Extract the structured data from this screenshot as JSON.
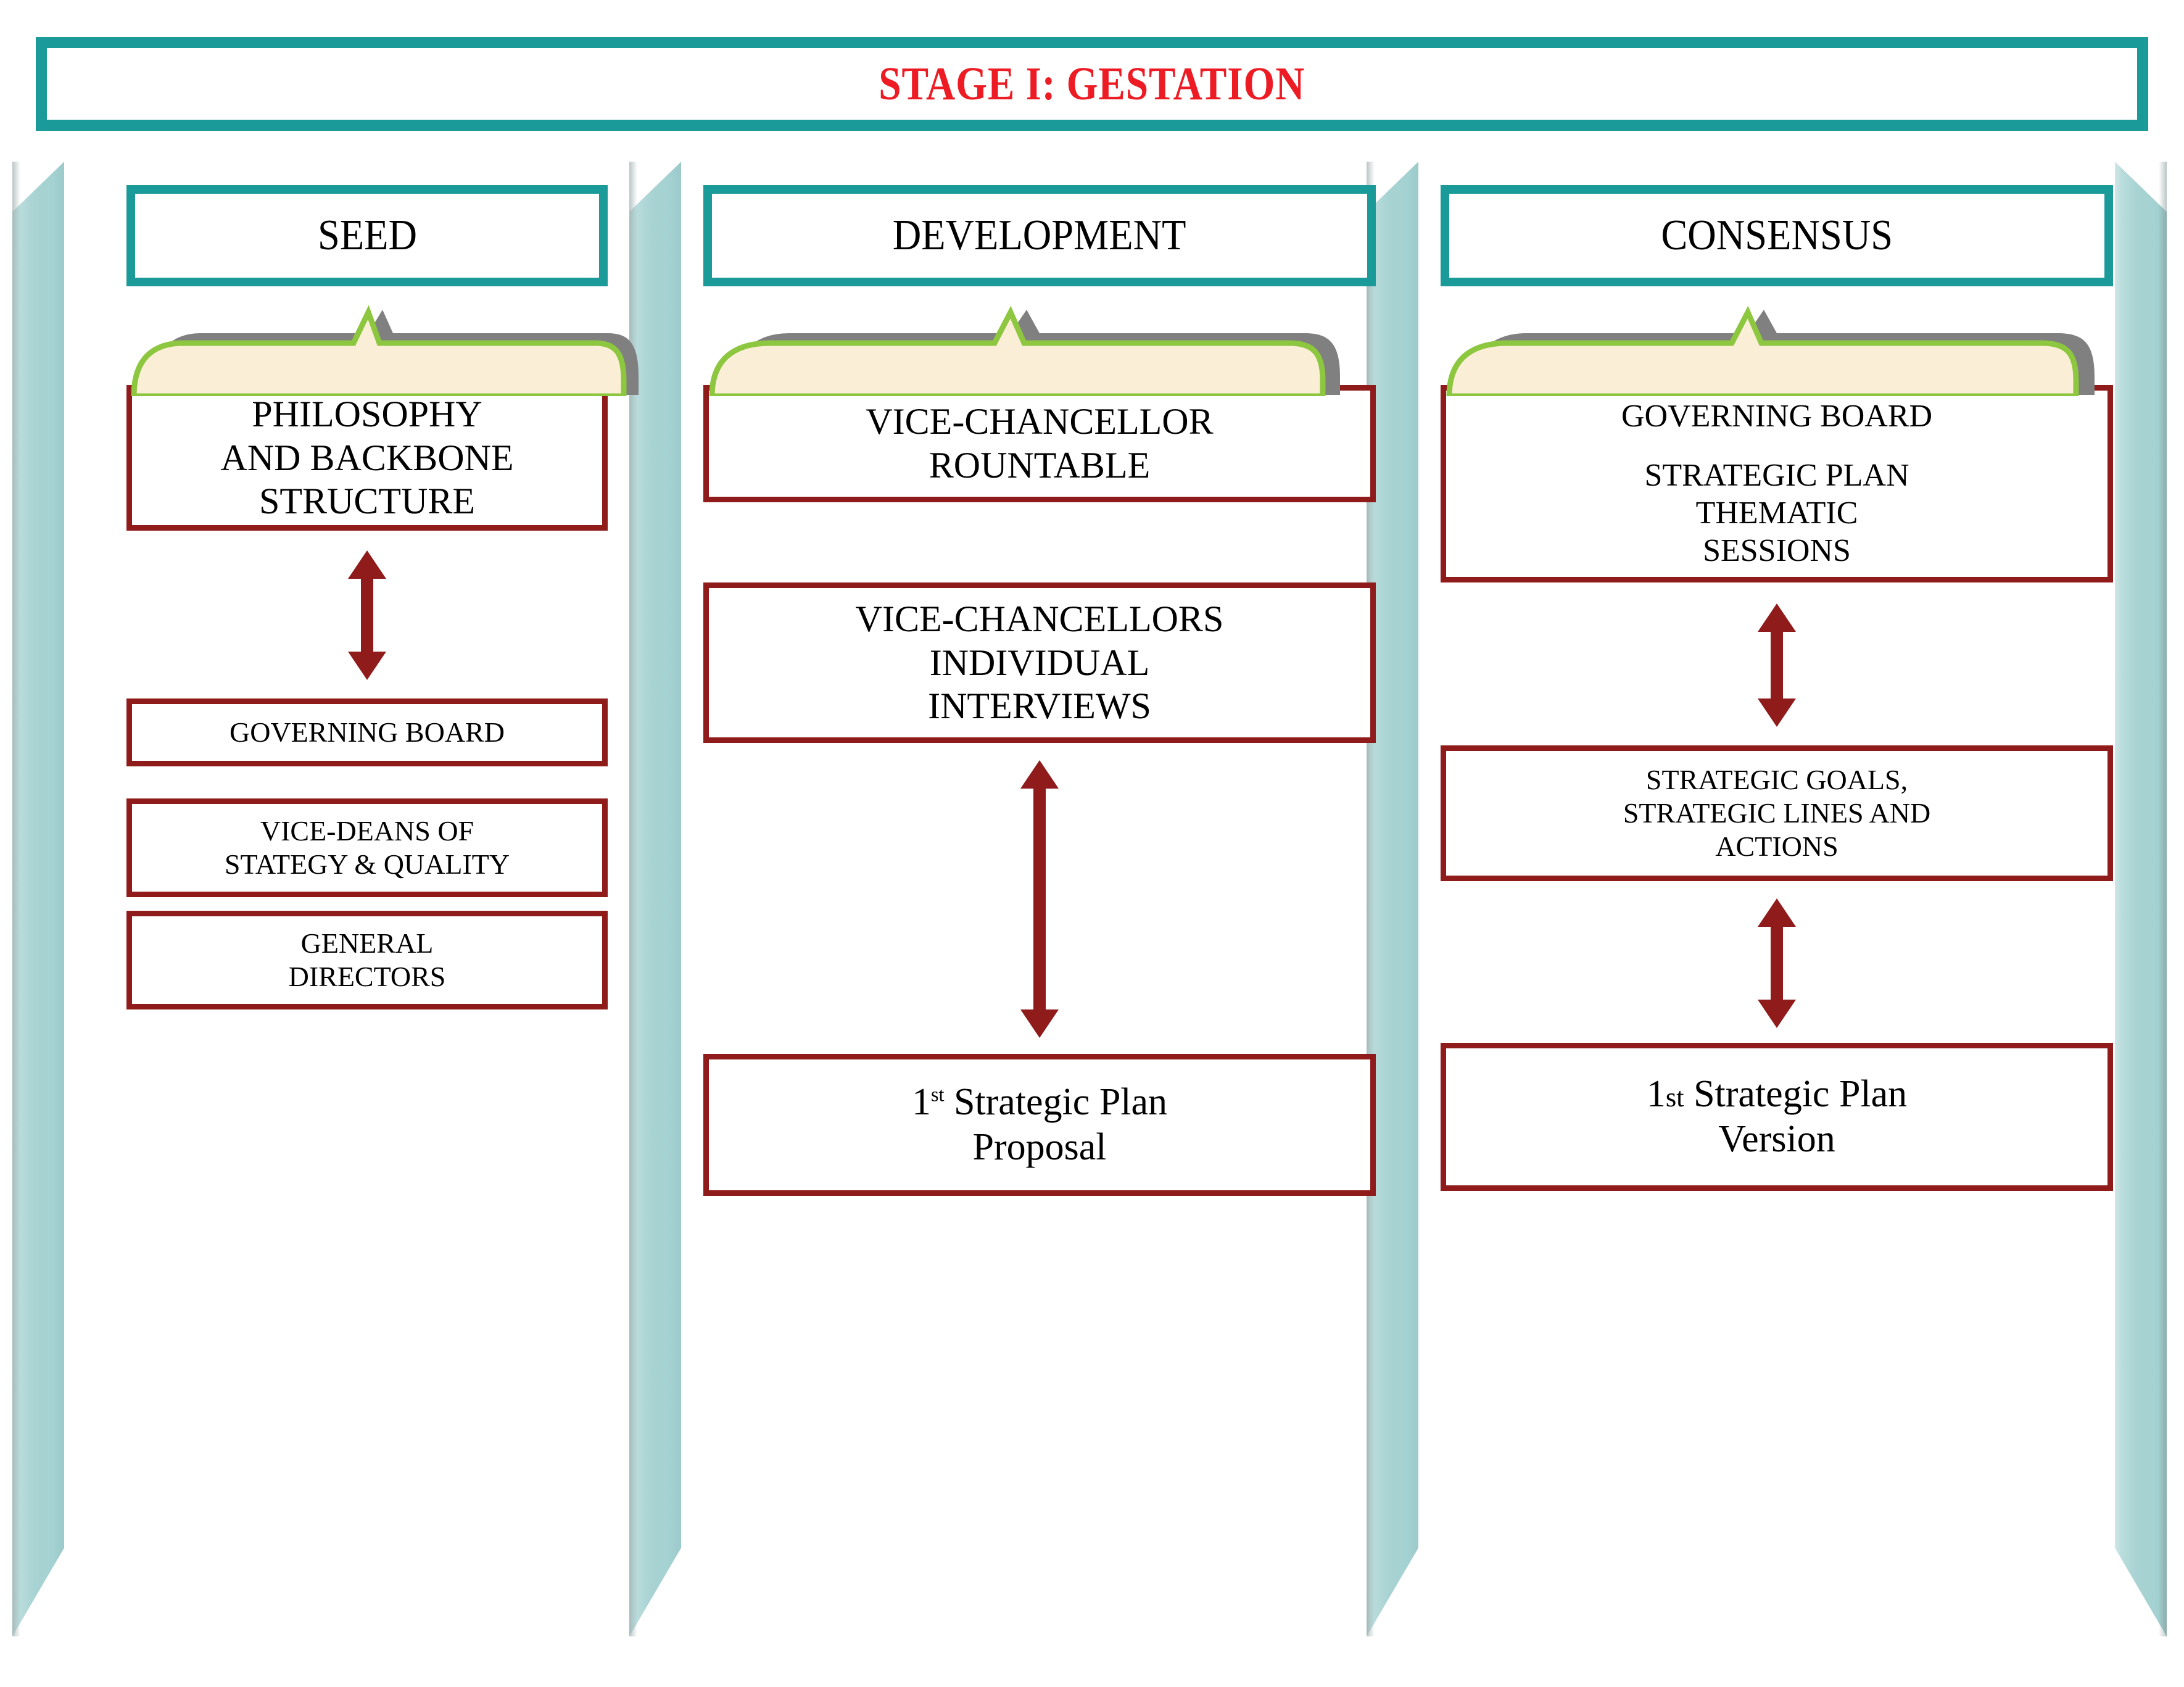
{
  "title": {
    "text": "STAGE I: GESTATION"
  },
  "theme": {
    "teal": "#1B9A9A",
    "pillar": "#A9D3D3",
    "red_title": "#ED1C24",
    "box_border": "#8F1B1B",
    "banner_green": "#8DC63F",
    "banner_cream": "#FAEFD6",
    "banner_shadow": "#808080"
  },
  "columns": [
    {
      "header": "SEED",
      "boxes": [
        {
          "lines": [
            "PHILOSOPHY",
            "AND BACKBONE",
            "STRUCTURE"
          ],
          "size": "big"
        },
        {
          "lines": [
            "GOVERNING BOARD"
          ],
          "size": "small"
        },
        {
          "lines": [
            "VICE-DEANS OF",
            "STATEGY & QUALITY"
          ],
          "size": "small"
        },
        {
          "lines": [
            "GENERAL",
            "DIRECTORS"
          ],
          "size": "small"
        }
      ],
      "arrows": [
        {
          "after_box": 0
        }
      ]
    },
    {
      "header": "DEVELOPMENT",
      "boxes": [
        {
          "lines": [
            "VICE-CHANCELLOR",
            "ROUNTABLE"
          ],
          "size": "big"
        },
        {
          "lines": [
            "VICE-CHANCELLORS",
            "INDIVIDUAL",
            "INTERVIEWS"
          ],
          "size": "big"
        },
        {
          "mixed": true,
          "prefix": "1",
          "sup": "st",
          "rest": " Strategic  Plan",
          "line2": "Proposal"
        }
      ],
      "arrows": [
        {
          "after_box": 1
        }
      ]
    },
    {
      "header": "CONSENSUS",
      "boxes": [
        {
          "lines": [
            "GOVERNING BOARD",
            "",
            "STRATEGIC PLAN",
            "THEMATIC",
            "SESSIONS"
          ],
          "size": "med"
        },
        {
          "lines": [
            "STRATEGIC GOALS,",
            "STRATEGIC LINES AND",
            "ACTIONS"
          ],
          "size": "small"
        },
        {
          "mixed": true,
          "prefix": "1",
          "sc": "st",
          "rest": " Strategic  Plan",
          "line2": "Version"
        }
      ],
      "arrows": [
        {
          "after_box": 0
        },
        {
          "after_box": 1
        }
      ]
    }
  ]
}
